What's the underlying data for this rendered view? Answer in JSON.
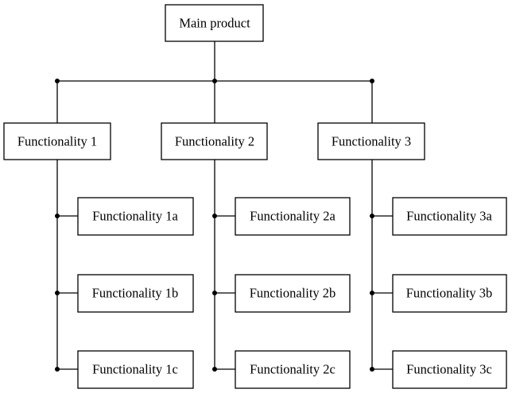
{
  "root": {
    "label": "Main product"
  },
  "groups": [
    {
      "label": "Functionality 1",
      "children": [
        "Functionality 1a",
        "Functionality 1b",
        "Functionality 1c"
      ]
    },
    {
      "label": "Functionality 2",
      "children": [
        "Functionality 2a",
        "Functionality 2b",
        "Functionality 2c"
      ]
    },
    {
      "label": "Functionality 3",
      "children": [
        "Functionality 3a",
        "Functionality 3b",
        "Functionality 3c"
      ]
    }
  ],
  "colors": {
    "line": "#000000",
    "box_fill": "#ffffff",
    "text": "#000000"
  }
}
